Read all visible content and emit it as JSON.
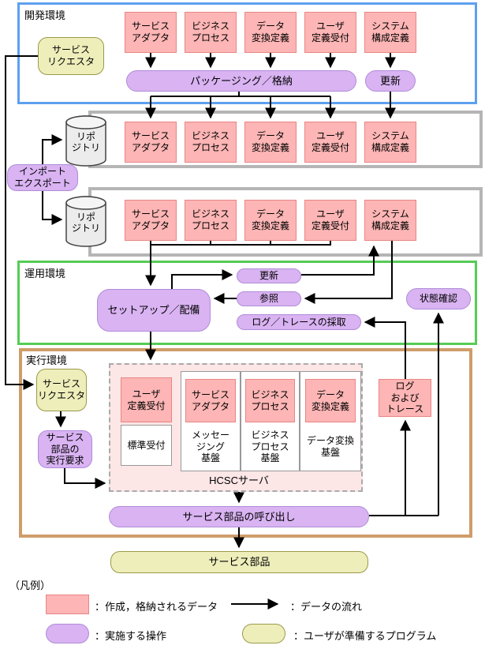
{
  "sections": {
    "dev": "開発環境",
    "ops": "運用環境",
    "exec": "実行環境"
  },
  "components": [
    "サービス\nアダプタ",
    "ビジネス\nプロセス",
    "データ\n変換定義",
    "ユーザ\n定義受付",
    "システム\n構成定義"
  ],
  "nodes": {
    "dev_requester": "サービス\nリクエスタ",
    "packaging": "パッケージング／格納",
    "dev_update": "更新",
    "repository": "リポ\nジトリ",
    "import_export": "インポート\nエクスポート",
    "setup_deploy": "セットアップ／配備",
    "ops_update": "更新",
    "ops_reference": "参照",
    "log_trace_collect": "ログ／トレースの採取",
    "status_check": "状態確認",
    "exec_requester": "サービス\nリクエスタ",
    "exec_request": "サービス\n部品の\n実行要求",
    "user_def_accept": "ユーザ\n定義受付",
    "standard_accept": "標準受付",
    "service_adapter": "サービス\nアダプタ",
    "messaging_base": "メッセー\nジング\n基盤",
    "business_process": "ビジネス\nプロセス",
    "business_process_base": "ビジネス\nプロセス\n基盤",
    "data_conversion": "データ\n変換定義",
    "data_conversion_base": "データ変換\n基盤",
    "hcsc_server": "HCSCサーバ",
    "log_and_trace": "ログ\nおよび\nトレース",
    "service_call": "サービス部品の呼び出し",
    "service_parts": "サービス部品"
  },
  "legend": {
    "title": "（凡例）",
    "created_data": "：作成，格納されるデータ",
    "data_flow": "：データの流れ",
    "operation": "：実施する操作",
    "user_program": "：ユーザが準備するプログラム"
  },
  "colors": {
    "pink_fill": "#fdb5b5",
    "pink_border": "#e98585",
    "purple_fill": "#d9b3f2",
    "purple_border": "#b08cd8",
    "yellow_fill": "#eeeebb",
    "yellow_border": "#9a9a4a",
    "dev_border_blue": "#5ea0f0",
    "ops_border_green": "#55cc55",
    "exec_border_brown": "#cf9d6b",
    "repo_border_gray": "#b5b5b5",
    "arrow": "#000000"
  }
}
